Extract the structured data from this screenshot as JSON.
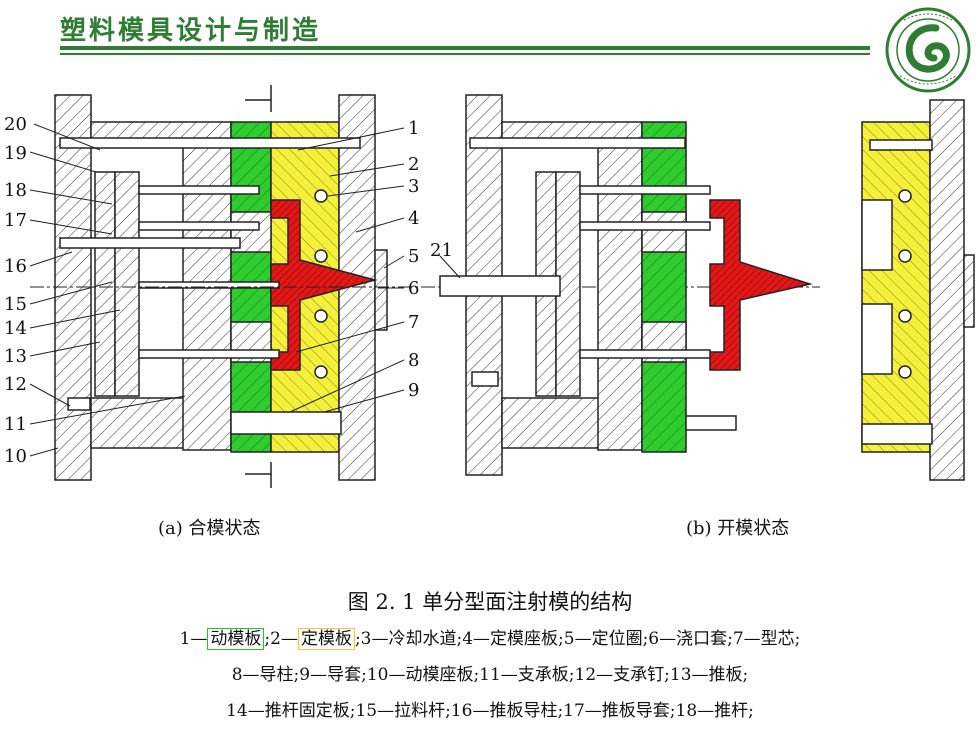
{
  "header": {
    "title": "塑料模具设计与制造"
  },
  "colors": {
    "green": "#2ecc2e",
    "yellow": "#f5f03a",
    "red": "#e01818",
    "header_green": "#2e7d32"
  },
  "figure": {
    "caption_a": "(a)  合模状态",
    "caption_b": "(b)  开模状态",
    "title": "图 2. 1    单分型面注射模的结构",
    "part_labels": [
      "20",
      "19",
      "18",
      "17",
      "16",
      "15",
      "14",
      "13",
      "12",
      "11",
      "10",
      "1",
      "2",
      "3",
      "4",
      "5",
      "6",
      "7",
      "8",
      "9",
      "21"
    ],
    "legend": {
      "line1": {
        "pre1": "1—",
        "item1": "动模板",
        "pre2": ";2—",
        "item2": "定模板",
        "rest": ";3—冷却水道;4—定模座板;5—定位圈;6—浇口套;7—型芯;"
      },
      "line2": "8—导柱;9—导套;10—动模座板;11—支承板;12—支承钉;13—推板;",
      "line3": "14—推杆固定板;15—拉料杆;16—推板导柱;17—推板导套;18—推杆;"
    }
  }
}
